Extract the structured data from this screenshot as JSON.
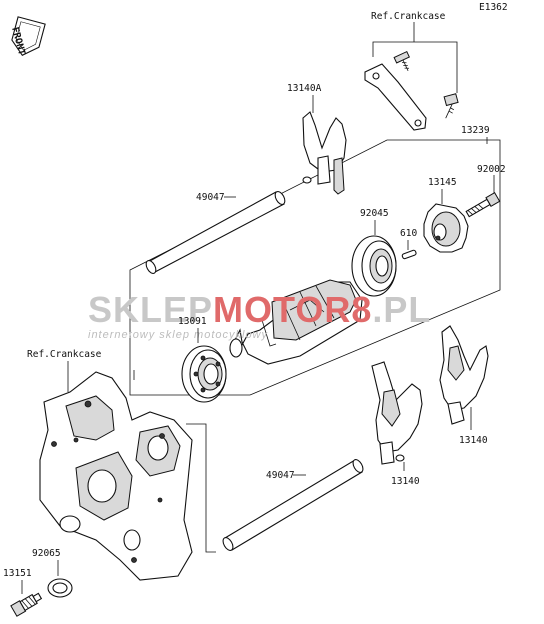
{
  "diagram_code": "E1362",
  "front_label": "FRONT",
  "watermark": {
    "brand_part1": "SKLEP",
    "brand_part2": "MOTO",
    "brand_part3": "R8",
    "brand_suffix": ".PL",
    "tagline": "internetowy sklep motocyklowy"
  },
  "labels": {
    "ref_crankcase_top": "Ref.Crankcase",
    "ref_crankcase_left": "Ref.Crankcase",
    "p13140A": "13140A",
    "p13239": "13239",
    "p92002": "92002",
    "p13145": "13145",
    "p49047_top": "49047",
    "p92045": "92045",
    "p610": "610",
    "p13091": "13091",
    "p13140_right": "13140",
    "p13140_mid": "13140",
    "p49047_bottom": "49047",
    "p92065": "92065",
    "p13151": "13151"
  },
  "colors": {
    "brand_gray": "#c8c8c8",
    "brand_red": "#e06a6a"
  }
}
